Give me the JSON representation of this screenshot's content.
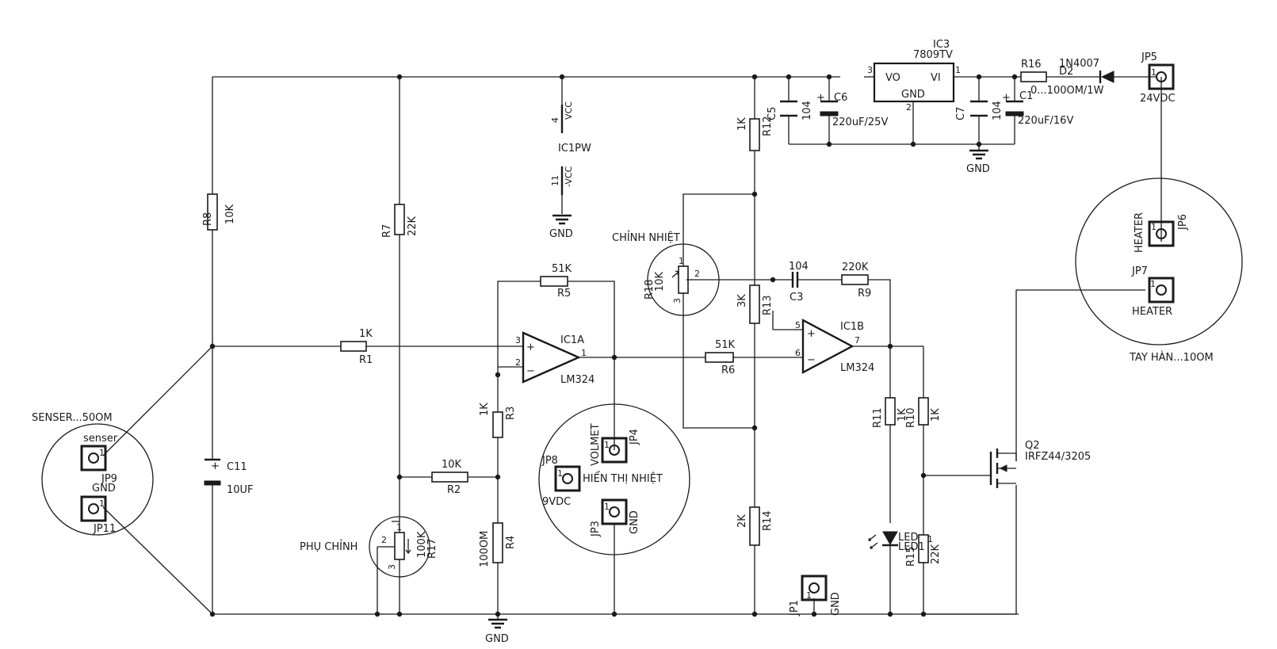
{
  "components": {
    "r8": {
      "ref": "R8",
      "value": "10K"
    },
    "r7": {
      "ref": "R7",
      "value": "22K"
    },
    "r1": {
      "ref": "R1",
      "value": "1K"
    },
    "r2": {
      "ref": "R2",
      "value": "10K"
    },
    "r3": {
      "ref": "R3",
      "value": "1K"
    },
    "r4": {
      "ref": "R4",
      "value": "100OM"
    },
    "r5": {
      "ref": "R5",
      "value": "51K"
    },
    "r6": {
      "ref": "R6",
      "value": "51K"
    },
    "r9": {
      "ref": "R9",
      "value": "220K"
    },
    "r10": {
      "ref": "R10",
      "value": "1K"
    },
    "r11": {
      "ref": "R11",
      "value": "1K"
    },
    "r12": {
      "ref": "R12",
      "value": "1K"
    },
    "r13": {
      "ref": "R13",
      "value": "3K"
    },
    "r14": {
      "ref": "R14",
      "value": "2K"
    },
    "r15": {
      "ref": "R15",
      "value": "22K"
    },
    "r16": {
      "ref": "R16",
      "value": "0...100OM/1W"
    },
    "r17": {
      "ref": "R17",
      "value": "100K"
    },
    "r18": {
      "ref": "R18",
      "value": "10K"
    },
    "c11": {
      "ref": "C11",
      "value": "10UF"
    },
    "c3": {
      "ref": "C3",
      "value": "104"
    },
    "c5": {
      "ref": "C5",
      "value": "104"
    },
    "c6": {
      "ref": "C6",
      "value": "220uF/25V"
    },
    "c7": {
      "ref": "C7",
      "value": "104"
    },
    "c1": {
      "ref": "C1",
      "value": "220uF/16V"
    },
    "ic3": {
      "ref": "IC3",
      "value": "7809TV",
      "vo": "VO",
      "vi": "VI",
      "gnd": "GND"
    },
    "ic1a": {
      "ref": "IC1A",
      "value": "LM324"
    },
    "ic1b": {
      "ref": "IC1B",
      "value": "LM324"
    },
    "ic1pw": {
      "ref": "IC1PW",
      "vcc": "VCC",
      "nvcc": "-VCC"
    },
    "d2": {
      "ref": "D2",
      "value": "1N4007"
    },
    "led1": {
      "ref": "LED1",
      "value": "LED"
    },
    "q2": {
      "ref": "Q2",
      "value": "IRFZ44/3205"
    },
    "jp1": {
      "ref": "JP1",
      "label": "GND"
    },
    "jp3": {
      "ref": "JP3",
      "label": "GND"
    },
    "jp4": {
      "ref": "JP4",
      "label": "VOLMET"
    },
    "jp5": {
      "ref": "JP5",
      "label": "24VDC"
    },
    "jp6": {
      "ref": "JP6",
      "label": "HEATER"
    },
    "jp7": {
      "ref": "JP7",
      "label": "HEATER"
    },
    "jp8": {
      "ref": "JP8",
      "label": "9VDC"
    },
    "jp9": {
      "ref": "JP9",
      "label": "senser"
    },
    "jp11": {
      "ref": "JP11",
      "label": "GND"
    }
  },
  "annotations": {
    "sensor": "SENSER...50OM",
    "heater": "TAY HÀN...10OM",
    "display": "HIỂN THỊ NHIỆT",
    "adjust": "CHỈNH NHIỆT",
    "fine_adjust": "PHỤ CHỈNH"
  },
  "net_labels": {
    "gnd_left": "GND",
    "gnd_bottom": "GND",
    "gnd_reg": "GND"
  },
  "pins": {
    "ic1a_in_plus": "3",
    "ic1a_in_minus": "2",
    "ic1a_out": "1",
    "ic1b_in_plus": "5",
    "ic1b_in_minus": "6",
    "ic1b_out": "7",
    "ic1pw_vcc": "4",
    "ic1pw_nvcc": "11",
    "ic3_vo": "3",
    "ic3_vi": "1",
    "ic3_gnd": "2",
    "pot_1": "1",
    "pot_2": "2",
    "pot_3": "3",
    "jp_pin": "1"
  },
  "symbols": {
    "plus": "+",
    "minus": "−"
  }
}
